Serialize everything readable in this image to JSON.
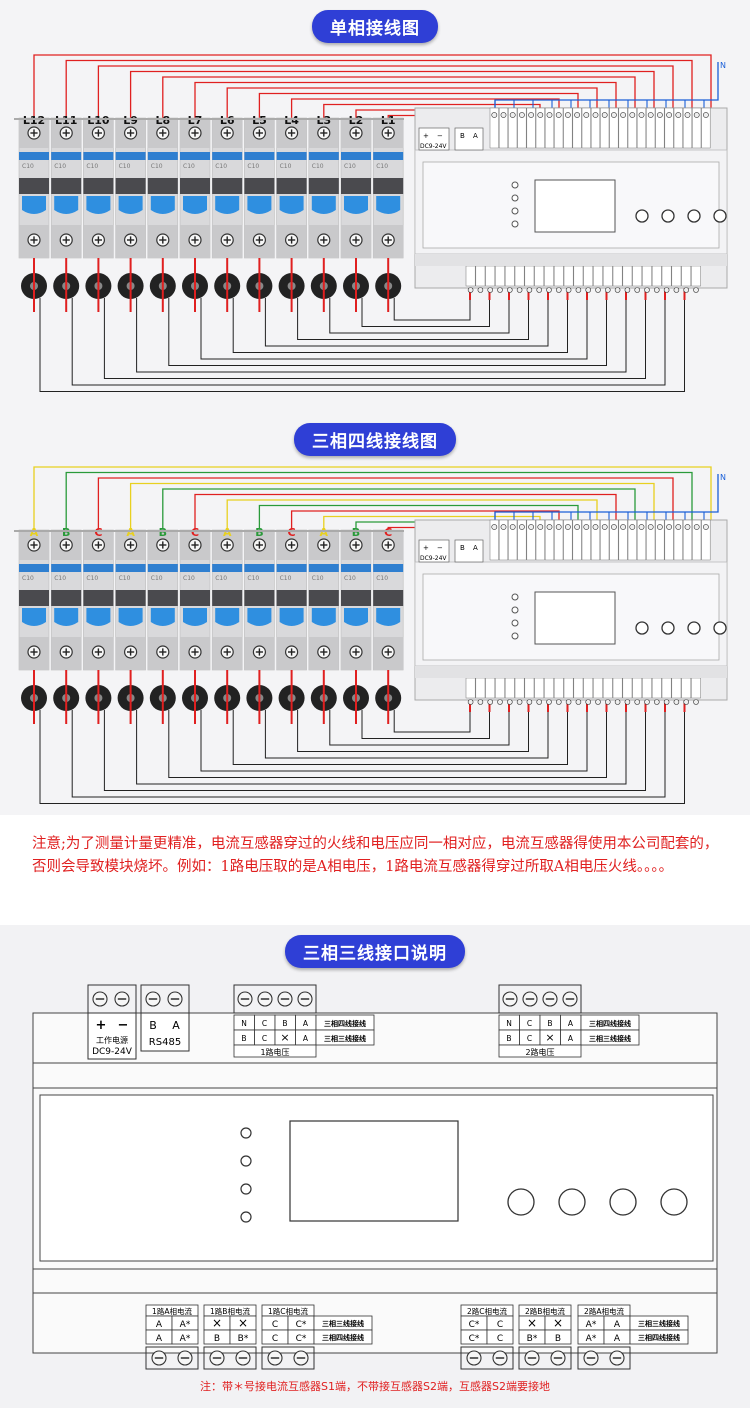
{
  "sections": {
    "single_phase": "单相接线图",
    "three_phase_four": "三相四线接线图",
    "three_phase_three": "三相三线接口说明"
  },
  "breaker_labels_single": [
    "L12",
    "L11",
    "L10",
    "L9",
    "L8",
    "L7",
    "L6",
    "L5",
    "L4",
    "L3",
    "L2",
    "L1"
  ],
  "breaker_labels_three": [
    "A",
    "B",
    "C",
    "A",
    "B",
    "C",
    "A",
    "B",
    "C",
    "A",
    "B",
    "C"
  ],
  "breaker_rating": "C10",
  "neutral_label": "N",
  "module": {
    "power_label": "DC9-24V",
    "rs485_label": "RS485",
    "plus": "+",
    "minus": "−",
    "b": "B",
    "a": "A"
  },
  "note": "注意;为了测量计量更精准，电流互感器穿过的火线和电压应同一相对应，电流互感器得使用本公司配套的，否则会导致模块烧坏。例如：1路电压取的是A相电压，1路电流互感器得穿过所取A相电压火线。。。。",
  "interface": {
    "power_caption_1": "工作电源",
    "power_caption_2": "DC9-24V",
    "rs485": "RS485",
    "v1_caption": "1路电压",
    "v2_caption": "2路电压",
    "row_four_wire": "三相四线接线",
    "row_three_wire": "三相三线接线",
    "v_row1": [
      "N",
      "C",
      "B",
      "A"
    ],
    "v_row2": [
      "B",
      "C",
      "×",
      "A"
    ],
    "ct_1a": {
      "title": "1路A相电流",
      "r1": [
        "A",
        "A*"
      ],
      "r2": [
        "A",
        "A*"
      ]
    },
    "ct_1b": {
      "title": "1路B相电流",
      "r1": [
        "×",
        "×"
      ],
      "r2": [
        "B",
        "B*"
      ]
    },
    "ct_1c": {
      "title": "1路C相电流",
      "r1": [
        "C",
        "C*"
      ],
      "r2": [
        "C",
        "C*"
      ]
    },
    "ct_2c": {
      "title": "2路C相电流",
      "r1": [
        "C*",
        "C"
      ],
      "r2": [
        "C*",
        "C"
      ]
    },
    "ct_2b": {
      "title": "2路B相电流",
      "r1": [
        "×",
        "×"
      ],
      "r2": [
        "B*",
        "B"
      ]
    },
    "ct_2a": {
      "title": "2路A相电流",
      "r1": [
        "A*",
        "A"
      ],
      "r2": [
        "A*",
        "A"
      ]
    },
    "footnote": "注：带＊号接电流互感器S1端，不带接互感器S2端，互感器S2端要接地"
  },
  "colors": {
    "banner": "#2f3fd6",
    "wire_red": "#e02020",
    "wire_green": "#2a9a3a",
    "wire_yellow": "#e8d020",
    "wire_blue": "#1a5fd8",
    "breaker_blue": "#2f8fe0"
  }
}
